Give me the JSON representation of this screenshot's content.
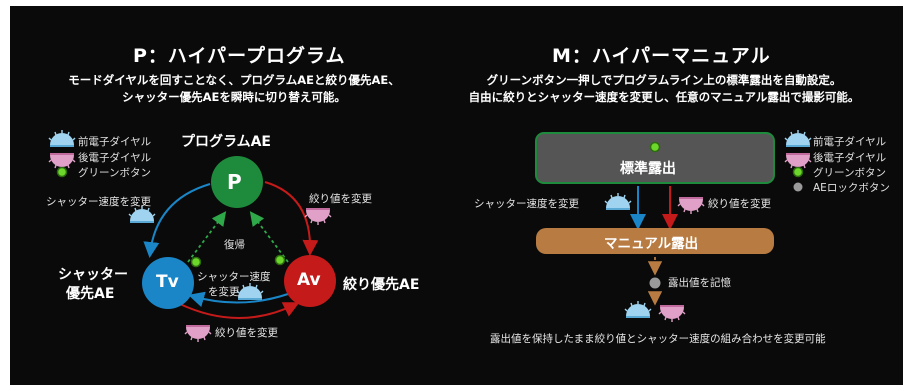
{
  "left": {
    "title": "P：ハイパープログラム",
    "desc_line1": "モードダイヤルを回すことなく、プログラムAEと絞り優先AE、",
    "desc_line2": "シャッター優先AEを瞬時に切り替え可能。",
    "legend": [
      "前電子ダイヤル",
      "後電子ダイヤル",
      "グリーンボタン"
    ],
    "program_label": "プログラムAE",
    "p_node": "P",
    "tv_node": "Tv",
    "av_node": "Av",
    "shutter_priority_line1": "シャッター",
    "shutter_priority_line2": "優先AE",
    "aperture_priority": "絞り優先AE",
    "edge_shutter_left": "シャッター速度を変更",
    "edge_aperture_right": "絞り値を変更",
    "return_label": "復帰",
    "inner_shutter_line1": "シャッター速度",
    "inner_shutter_line2": "を変更",
    "edge_aperture_bottom": "絞り値を変更"
  },
  "right": {
    "title": "M：ハイパーマニュアル",
    "desc_line1": "グリーンボタン一押しでプログラムライン上の標準露出を自動設定。",
    "desc_line2": "自由に絞りとシャッター速度を変更し、任意のマニュアル露出で撮影可能。",
    "legend": [
      "前電子ダイヤル",
      "後電子ダイヤル",
      "グリーンボタン",
      "AEロックボタン"
    ],
    "standard_exposure": "標準露出",
    "manual_exposure": "マニュアル露出",
    "shutter_label": "シャッター速度を変更",
    "aperture_label": "絞り値を変更",
    "store_label": "露出値を記憶",
    "bottom_note": "露出値を保持したまま絞り値とシャッター速度の組み合わせを変更可能"
  },
  "colors": {
    "background": "#0a0a0a",
    "program_green": "#1e8a3c",
    "tv_blue": "#1a86c7",
    "av_red": "#c41a1a",
    "green_button": "#6dd62a",
    "standard_box": "#555555",
    "manual_box": "#b87c43",
    "front_dial": "#9fd3ef",
    "rear_dial": "#e0a0c8"
  }
}
